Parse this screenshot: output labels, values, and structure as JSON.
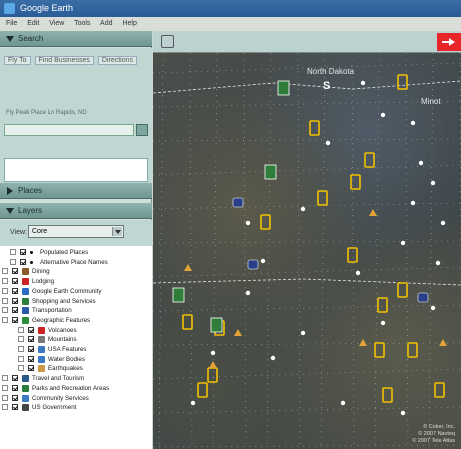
{
  "window": {
    "title": "Google Earth"
  },
  "menu": [
    "File",
    "Edit",
    "View",
    "Tools",
    "Add",
    "Help"
  ],
  "search": {
    "header": "Search",
    "tabs": [
      "Fly To",
      "Find Businesses",
      "Directions"
    ],
    "hint": "Fly Peak Place Ln Rapids, ND",
    "input_value": ""
  },
  "places": {
    "header": "Places"
  },
  "layers": {
    "header": "Layers",
    "view_label": "View:",
    "view_value": "Core",
    "items": [
      "Populated Places",
      "Alternative Place Names",
      "Dining",
      "Lodging",
      "Google Earth Community",
      "Shopping and Services",
      "Transportation",
      "Geographic Features",
      "Volcanoes",
      "Mountains",
      "USA Features",
      "Water Bodies",
      "Earthquakes",
      "Travel and Tourism",
      "Parks and Recreation Areas",
      "Community Services",
      "US Government"
    ]
  },
  "map": {
    "labels": [
      "North Dakota",
      "S",
      "Minot"
    ],
    "credit_1": "© Coker, Inc.",
    "credit_2": "© 2007 Navteq",
    "credit_3": "© 2007 Tele Atlas"
  },
  "icons": {
    "app": "globe-icon",
    "exit": "exit-arrow-icon"
  },
  "colors": {
    "marker_yellow": "#f2c200",
    "road_orange": "#e3a23a",
    "town_white": "#ffffff",
    "hiker_green": "#2f7d3a"
  }
}
